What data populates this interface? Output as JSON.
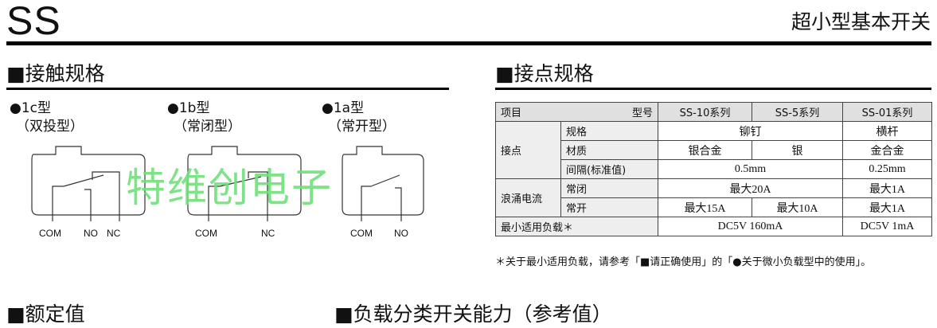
{
  "header": {
    "model": "SS",
    "subtitle": "超小型基本开关"
  },
  "contact_form": {
    "title": "■接触规格",
    "types": [
      {
        "label": "●1c型",
        "desc": "（双投型）",
        "terminals": [
          "COM",
          "NO",
          "NC"
        ]
      },
      {
        "label": "●1b型",
        "desc": "（常闭型）",
        "terminals": [
          "COM",
          "NC"
        ]
      },
      {
        "label": "●1a型",
        "desc": "（常开型）",
        "terminals": [
          "COM",
          "NO"
        ]
      }
    ]
  },
  "watermark": "特维创电子",
  "contact_spec": {
    "title": "■接点规格",
    "head": {
      "item": "项目",
      "model": "型号",
      "cols": [
        "SS-10系列",
        "SS-5系列",
        "SS-01系列"
      ]
    },
    "contact": {
      "group": "接点",
      "spec_label": "规格",
      "spec_main": "铆钉",
      "spec_01": "横杆",
      "material_label": "材质",
      "material_10": "银合金",
      "material_5": "银",
      "material_01": "金合金",
      "gap_label": "间隔(标准值)",
      "gap_main": "0.5mm",
      "gap_01": "0.25mm"
    },
    "inrush": {
      "group": "浪涌电流",
      "nc_label": "常闭",
      "nc_main": "最大20A",
      "nc_01": "最大1A",
      "no_label": "常开",
      "no_10": "最大15A",
      "no_5": "最大10A",
      "no_01": "最大1A"
    },
    "min_load": {
      "label": "最小适用负载＊",
      "main": "DC5V 160mA",
      "v01": "DC5V 1mA"
    },
    "note": "＊关于最小适用负载，请参考「■请正确使用」的「●关于微小负载型中的使用」。"
  },
  "ratings": {
    "title": "■额定值"
  },
  "load_class": {
    "title": "■负载分类开关能力（参考值）"
  }
}
